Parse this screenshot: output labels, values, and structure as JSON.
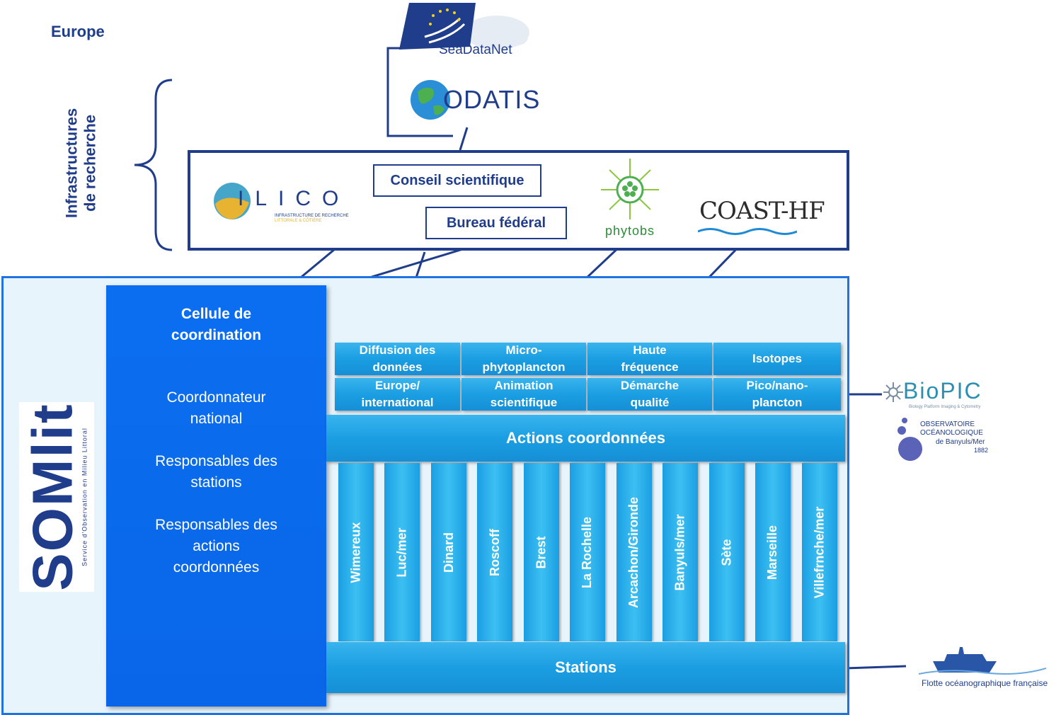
{
  "header": {
    "europe": "Europe"
  },
  "side_label": {
    "line1": "Infrastructures",
    "line2": "de recherche"
  },
  "logos": {
    "seadatanet": "SeaDataNet",
    "odatis": "ODATIS",
    "ilico": "ILICO",
    "ilico_sub1": "INFRASTRUCTURE DE RECHERCHE",
    "ilico_sub2": "LITTORALE & CÔTIÈRE",
    "phytobs": "phytobs",
    "coast_hf": "COAST-HF",
    "biopic": "BioPIC",
    "biopic_sub": "Biology Platform Imaging & Cytometry",
    "oob_line1": "OBSERVATOIRE",
    "oob_line2": "OCÉANOLOGIQUE",
    "oob_line3": "de Banyuls/Mer",
    "oob_year": "1882",
    "flotte": "Flotte océanographique française",
    "somlit": "SOMlit",
    "somlit_sub": "Service d'Observation en Milieu Littoral"
  },
  "governance": {
    "conseil": "Conseil scientifique",
    "bureau": "Bureau fédéral"
  },
  "cellule": {
    "title_line1": "Cellule de",
    "title_line2": "coordination",
    "item1_line1": "Coordonnateur",
    "item1_line2": "national",
    "item2_line1": "Responsables des",
    "item2_line2": "stations",
    "item3_line1": "Responsables des",
    "item3_line2": "actions",
    "item3_line3": "coordonnées"
  },
  "actions": {
    "row1": [
      {
        "line1": "Diffusion des",
        "line2": "données"
      },
      {
        "line1": "Micro-",
        "line2": "phytoplancton"
      },
      {
        "line1": "Haute",
        "line2": "fréquence"
      },
      {
        "line1": "Isotopes",
        "line2": ""
      }
    ],
    "row2": [
      {
        "line1": "Europe/",
        "line2": "international"
      },
      {
        "line1": "Animation",
        "line2": "scientifique"
      },
      {
        "line1": "Démarche",
        "line2": "qualité"
      },
      {
        "line1": "Pico/nano-",
        "line2": "plancton"
      }
    ],
    "bar_label": "Actions coordonnées"
  },
  "stations": {
    "list": [
      "Wimereux",
      "Luc/mer",
      "Dinard",
      "Roscoff",
      "Brest",
      "La Rochelle",
      "Arcachon/Gironde",
      "Banyuls/mer",
      "Sète",
      "Marseille",
      "Villefrnche/mer"
    ],
    "bar_label": "Stations"
  },
  "colors": {
    "navy": "#1f3d8a",
    "cellule_blue": "#0a66e8",
    "bar_blue": "#1b9ee2",
    "frame_blue": "#1e73e0"
  }
}
